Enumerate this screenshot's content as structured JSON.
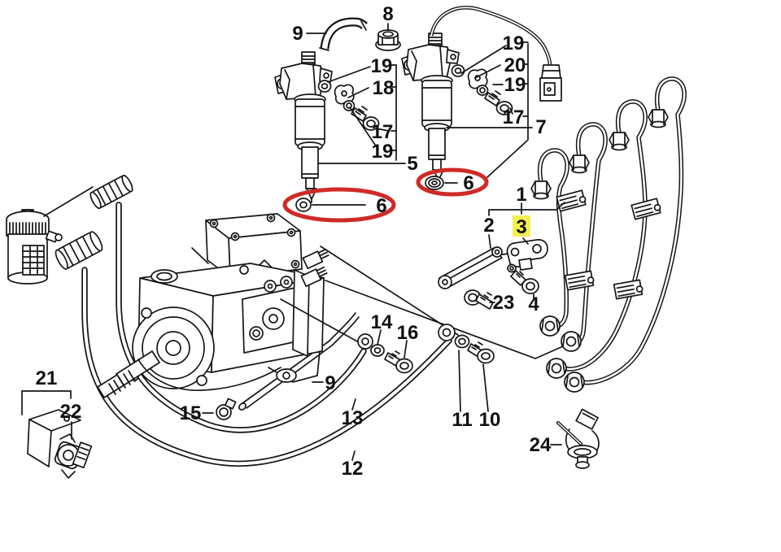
{
  "diagram": {
    "title": "fuel-injection-exploded-parts-diagram",
    "background": "#ffffff",
    "line_color": "#161616",
    "annotation_red": "#cf2a27",
    "highlight_yellow": "#f3ef55",
    "highlighted_callout": "3",
    "red_circled_callouts": [
      "6",
      "6"
    ]
  },
  "callouts": [
    {
      "id": "hose-top",
      "text": "9"
    },
    {
      "id": "cap-nut",
      "text": "8"
    },
    {
      "id": "washer-19-l1",
      "text": "19"
    },
    {
      "id": "holder-18",
      "text": "18"
    },
    {
      "id": "screw-17-l",
      "text": "17"
    },
    {
      "id": "washer-19-l2",
      "text": "19"
    },
    {
      "id": "injector-5",
      "text": "5"
    },
    {
      "id": "washer-19-r1",
      "text": "19"
    },
    {
      "id": "holder-20",
      "text": "20"
    },
    {
      "id": "washer-19-r2",
      "text": "19"
    },
    {
      "id": "screw-17-r",
      "text": "17"
    },
    {
      "id": "injector-7",
      "text": "7"
    },
    {
      "id": "seal-6-left",
      "text": "6"
    },
    {
      "id": "seal-6-right",
      "text": "6"
    },
    {
      "id": "pipes-1",
      "text": "1"
    },
    {
      "id": "bracket-2",
      "text": "2"
    },
    {
      "id": "clamp-3",
      "text": "3"
    },
    {
      "id": "screw-23",
      "text": "23"
    },
    {
      "id": "screw-4",
      "text": "4"
    },
    {
      "id": "washer-14",
      "text": "14"
    },
    {
      "id": "screw-16",
      "text": "16"
    },
    {
      "id": "pipe-9b",
      "text": "9"
    },
    {
      "id": "clamp-15",
      "text": "15"
    },
    {
      "id": "hose-13",
      "text": "13"
    },
    {
      "id": "washer-11",
      "text": "11"
    },
    {
      "id": "screw-10",
      "text": "10"
    },
    {
      "id": "hose-12",
      "text": "12"
    },
    {
      "id": "bracket-21",
      "text": "21"
    },
    {
      "id": "clamp-22",
      "text": "22"
    },
    {
      "id": "clip-24",
      "text": "24"
    }
  ]
}
